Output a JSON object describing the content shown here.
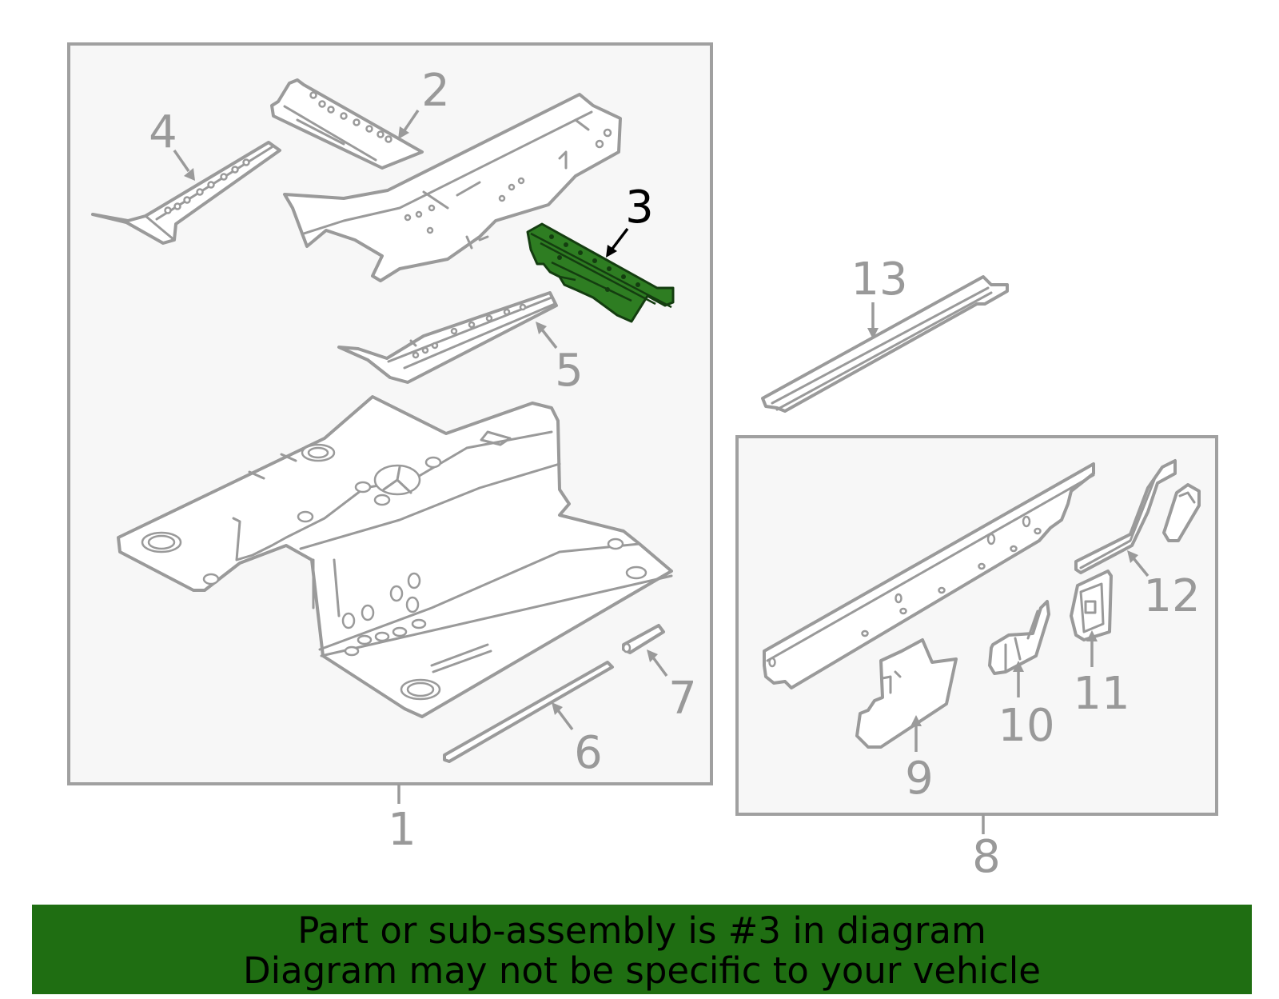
{
  "callouts": {
    "c1": "1",
    "c2": "2",
    "c3": "3",
    "c4": "4",
    "c5": "5",
    "c6": "6",
    "c7": "7",
    "c8": "8",
    "c9": "9",
    "c10": "10",
    "c11": "11",
    "c12": "12",
    "c13": "13"
  },
  "highlighted_part": "3",
  "colors": {
    "highlight": "#2e7d22",
    "banner": "#1f6e12",
    "outline": "#9a9a9a"
  },
  "banner": {
    "line1": "Part or sub-assembly is #3 in diagram",
    "line2": "Diagram may not be specific to your vehicle"
  }
}
